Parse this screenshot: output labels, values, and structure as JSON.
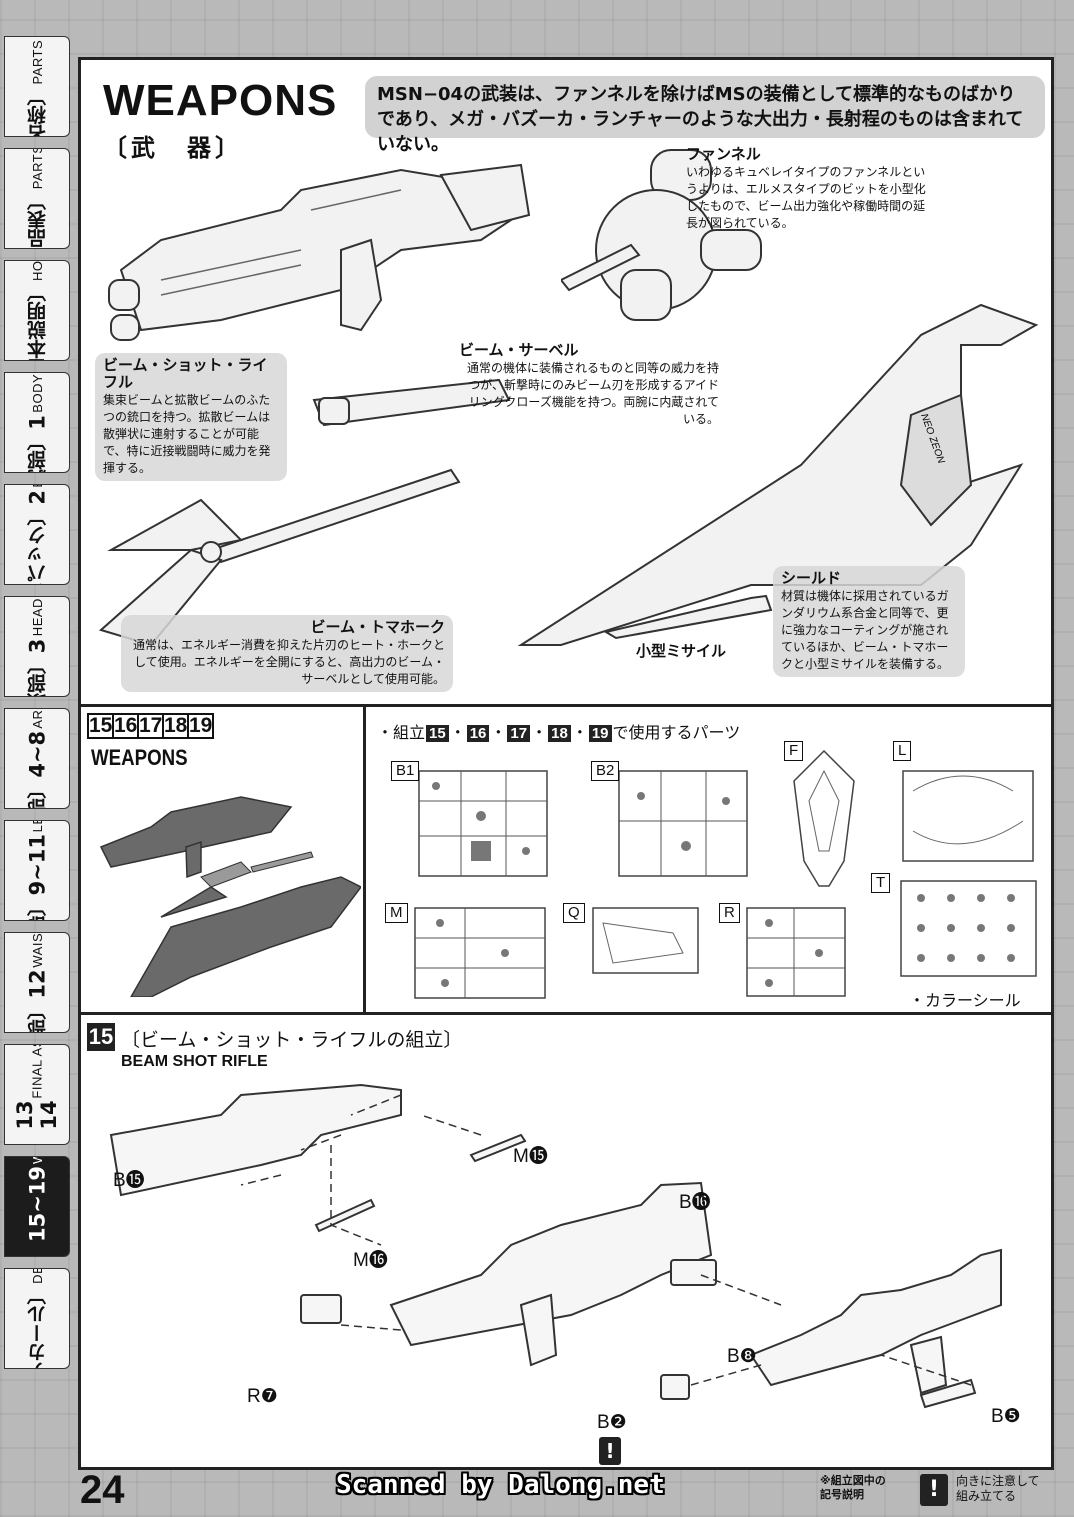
{
  "tabs": [
    {
      "jp": "〔各部名称〕",
      "en": "PARTS OF NAME",
      "num": ""
    },
    {
      "jp": "〔部品表〕",
      "en": "PARTS LIST",
      "num": ""
    },
    {
      "jp": "〔基本説明〕",
      "en": "HOW TO",
      "num": ""
    },
    {
      "jp": "〔胸部〕",
      "en": "BODY UNIT",
      "num": "1"
    },
    {
      "jp": "〔バックパック〕",
      "en": "BACK PACK",
      "num": "2"
    },
    {
      "jp": "〔頭部〕",
      "en": "HEAD UNIT",
      "num": "3"
    },
    {
      "jp": "〔腕部〕",
      "en": "ARM UNIT",
      "num": "4~8"
    },
    {
      "jp": "〔脚部〕",
      "en": "LEG UNIT",
      "num": "9~11"
    },
    {
      "jp": "〔腰部〕",
      "en": "WAIST UNIT",
      "num": "12"
    },
    {
      "jp": "〔完成〕",
      "en": "FINAL ASSEMBLE",
      "num": "13 14"
    },
    {
      "jp": "〔武器〕",
      "en": "WEAPONS",
      "num": "15~19"
    },
    {
      "jp": "〔デカール〕",
      "en": "DECAL",
      "num": ""
    }
  ],
  "weapons": {
    "title": "WEAPONS",
    "subtitle": "〔武　器〕",
    "intro": "MSN−04の武装は、ファンネルを除けばMSの装備として標準的なものばかりであり、メガ・バズーカ・ランチャーのような大出力・長射程のものは含まれていない。",
    "funnel": {
      "name": "ファンネル",
      "text": "いわゆるキュベレイタイプのファンネルというよりは、エルメスタイプのビットを小型化したもので、ビーム出力強化や稼働時間の延長が図られている。"
    },
    "rifle": {
      "name": "ビーム・ショット・ライフル",
      "text": "集束ビームと拡散ビームのふたつの銃口を持つ。拡散ビームは散弾状に連射することが可能で、特に近接戦闘時に威力を発揮する。"
    },
    "saber": {
      "name": "ビーム・サーベル",
      "text": "通常の機体に装備されるものと同等の威力を持つが、斬撃時にのみビーム刃を形成するアイドリングクローズ機能を持つ。両腕に内蔵されている。"
    },
    "tomahawk": {
      "name": "ビーム・トマホーク",
      "text": "通常は、エネルギー消費を抑えた片刃のヒート・ホークとして使用。エネルギーを全開にすると、高出力のビーム・サーベルとして使用可能。"
    },
    "shield": {
      "name": "シールド",
      "text": "材質は機体に採用されているガンダリウム系合金と同等で、更に強力なコーティングが施されているほか、ビーム・トマホークと小型ミサイルを装備する。"
    },
    "missile": "小型ミサイル",
    "shield_mark": "NEO ZEON"
  },
  "parts": {
    "steps": [
      "15",
      "16",
      "17",
      "18",
      "19"
    ],
    "section_label": "WEAPONS",
    "head_prefix": "・組立",
    "head_sep": "・",
    "head_suffix": "で使用するパーツ",
    "runners": [
      "B1",
      "B2",
      "F",
      "L",
      "M",
      "Q",
      "R",
      "T"
    ],
    "seal": "・カラーシール"
  },
  "step15": {
    "num": "15",
    "title": "〔ビーム・ショット・ライフルの組立〕",
    "subtitle": "BEAM SHOT RIFLE",
    "callouts": [
      {
        "id": "b15",
        "text": "B⓯"
      },
      {
        "id": "m15",
        "text": "M⓯"
      },
      {
        "id": "b16",
        "text": "B⓰"
      },
      {
        "id": "m16",
        "text": "M⓰"
      },
      {
        "id": "r7",
        "text": "R❼"
      },
      {
        "id": "b8",
        "text": "B❽"
      },
      {
        "id": "b2",
        "text": "B❷"
      },
      {
        "id": "b5",
        "text": "B❺"
      }
    ],
    "warn": "!"
  },
  "footer": {
    "page": "24",
    "scan": "Scanned by Dalong.net",
    "legend_title": "※組立図中の\n記号説明",
    "legend_symbol": "!",
    "legend_text": "向きに注意して\n組み立てる"
  }
}
